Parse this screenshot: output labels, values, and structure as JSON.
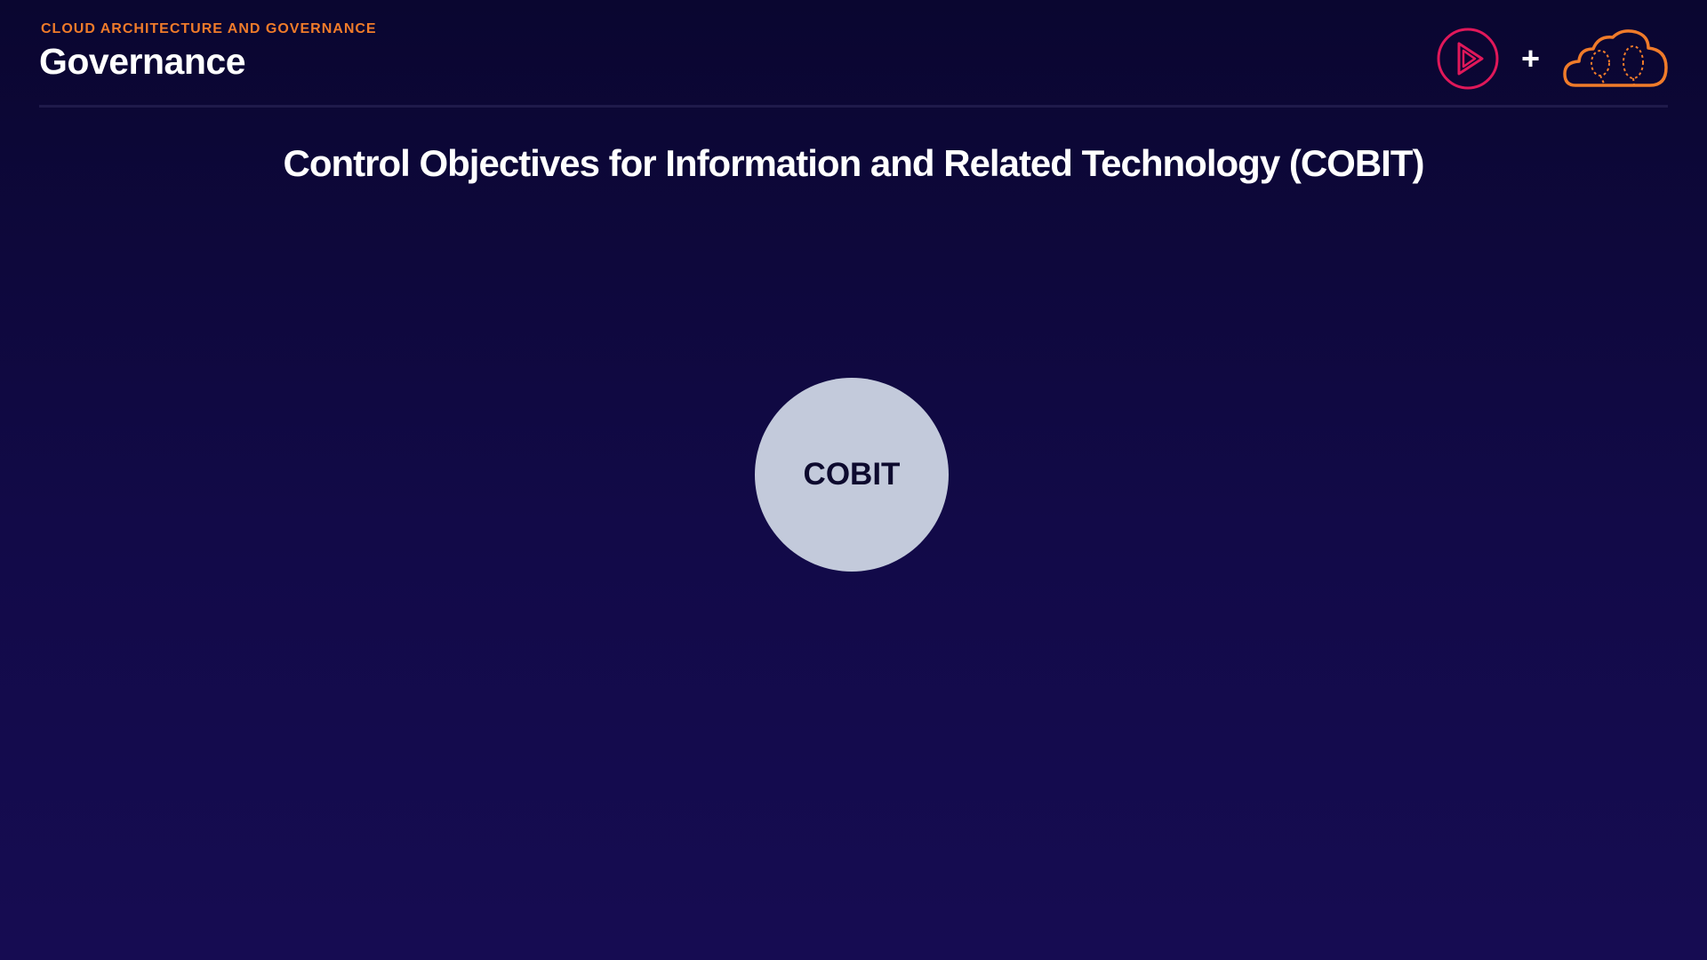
{
  "header": {
    "eyebrow": "CLOUD ARCHITECTURE AND GOVERNANCE",
    "title": "Governance"
  },
  "logos": {
    "pluralsight_icon": "pluralsight-play-icon",
    "plus": "+",
    "cloud_icon": "a-cloud-guru-cloud-icon"
  },
  "slide": {
    "title": "Control Objectives for Information and Related Technology (COBIT)",
    "circle_label": "COBIT"
  },
  "colors": {
    "background": "#0a0630",
    "accent_orange": "#f07b2a",
    "brand_pink": "#e0185a",
    "circle_fill": "#c3cadb"
  }
}
